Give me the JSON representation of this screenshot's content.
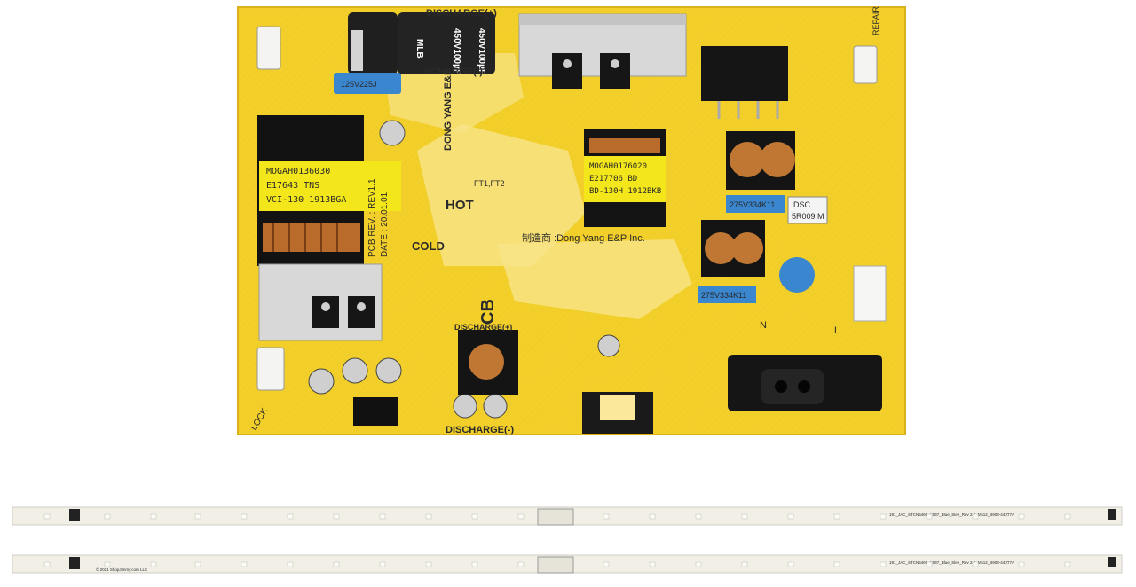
{
  "psu_board": {
    "silkscreen": {
      "discharge_pos_top": "DISCHARGE(+)",
      "discharge_neg_top": "SCHARGE(-)",
      "discharge_pos_mid": "DISCHARGE(+)",
      "discharge_neg_bottom": "DISCHARGE(-)",
      "hot": "HOT",
      "cold": "COLD",
      "cb": "CB",
      "maker": "制造商 :Dong Yang E&P Inc.",
      "brand_vertical": "DONG YANG E&P",
      "ft": "FT1,FT2",
      "pcb_rev": "PCB REV. : REV1.1",
      "pcb_date": "DATE : 20.01.01",
      "lock": "LOCK",
      "repair": "REPAIR",
      "n": "N",
      "l": "L"
    },
    "cap_top": {
      "brand": "MLB",
      "rating": "450V100μF"
    },
    "cap_blue": "125V225J",
    "transformer_main": {
      "line1": "MOGAH0136030",
      "line2": "E17643 TNS",
      "line3": "VCI-130 1913BGA"
    },
    "transformer_mid": {
      "line1": "MOGAH0176020",
      "line2": "E217706 BD",
      "line3": "BD-130H 1912BKB"
    },
    "x_cap_1": "275V334K11",
    "x_cap_2": "275V334K11",
    "dsc_label": {
      "line1": "DSC",
      "line2": "5R009 M"
    }
  },
  "led_strips": [
    {
      "code": "191_JAC_STCN5469_X037_Blue_Slee_Rev 2.0_M112_B908-443T7A"
    },
    {
      "code": "191_JAC_STCN5469_X037_Blue_Slee_Rev 2.0_M112_B908-443T7A",
      "copyright": "© 2021 ShopJimmy.com LLC"
    }
  ],
  "colors": {
    "pcb": "#f2cf2a",
    "pcb_light": "#fbe89a",
    "led_strip": "#f1efe6"
  }
}
